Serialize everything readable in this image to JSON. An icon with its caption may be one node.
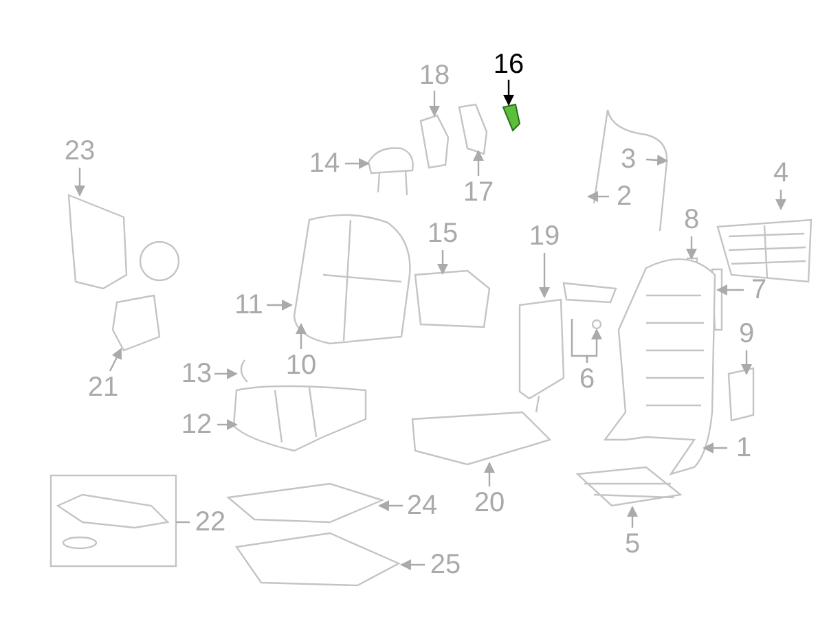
{
  "diagram": {
    "nodes": [
      {
        "text": [
          "16"
        ]
      },
      {
        "text": [
          "18"
        ]
      },
      {
        "text": [
          "23"
        ]
      },
      {
        "text": [
          "3"
        ]
      },
      {
        "text": [
          "14"
        ]
      },
      {
        "text": [
          "4"
        ]
      },
      {
        "text": [
          "17"
        ]
      },
      {
        "text": [
          "2"
        ]
      },
      {
        "text": [
          "8"
        ]
      },
      {
        "text": [
          "15"
        ]
      },
      {
        "text": [
          "19"
        ]
      },
      {
        "text": [
          "7"
        ]
      },
      {
        "text": [
          "11"
        ]
      },
      {
        "text": [
          "9"
        ]
      },
      {
        "text": [
          "10"
        ]
      },
      {
        "text": [
          "13"
        ]
      },
      {
        "text": [
          "6"
        ]
      },
      {
        "text": [
          "21"
        ]
      },
      {
        "text": [
          "12"
        ]
      },
      {
        "text": [
          "1"
        ]
      },
      {
        "text": [
          "20"
        ]
      },
      {
        "text": [
          "24"
        ]
      },
      {
        "text": [
          "22"
        ]
      },
      {
        "text": [
          "5"
        ]
      },
      {
        "text": [
          "25"
        ]
      }
    ],
    "edges": [
      {
        "from": 0,
        "to": null,
        "arrow": "to",
        "color": "#000000"
      },
      {
        "from": 1,
        "to": null,
        "arrow": "to"
      },
      {
        "from": 2,
        "to": null,
        "arrow": "to"
      },
      {
        "from": 3,
        "to": null,
        "arrow": "to"
      },
      {
        "from": 4,
        "to": null,
        "arrow": "to"
      },
      {
        "from": 5,
        "to": null,
        "arrow": "to"
      },
      {
        "from": 6,
        "to": null,
        "arrow": "to"
      },
      {
        "from": 7,
        "to": null,
        "arrow": "to"
      },
      {
        "from": 8,
        "to": null,
        "arrow": "to"
      },
      {
        "from": 9,
        "to": null,
        "arrow": "to"
      },
      {
        "from": 10,
        "to": null,
        "arrow": "to"
      },
      {
        "from": 11,
        "to": null,
        "arrow": "to"
      },
      {
        "from": 12,
        "to": null,
        "arrow": "to"
      },
      {
        "from": 13,
        "to": null,
        "arrow": "to"
      },
      {
        "from": 14,
        "to": null,
        "arrow": "to"
      },
      {
        "from": 15,
        "to": null,
        "arrow": "to"
      },
      {
        "from": 16,
        "to": null,
        "arrow": "none"
      },
      {
        "from": 16,
        "to": null,
        "arrow": "to"
      },
      {
        "from": 17,
        "to": null,
        "arrow": "to"
      },
      {
        "from": 18,
        "to": null,
        "arrow": "to"
      },
      {
        "from": 19,
        "to": null,
        "arrow": "to"
      },
      {
        "from": 20,
        "to": null,
        "arrow": "to"
      },
      {
        "from": 21,
        "to": null,
        "arrow": "to"
      },
      {
        "from": 22,
        "to": null,
        "arrow": "none"
      },
      {
        "from": 23,
        "to": null,
        "arrow": "to"
      },
      {
        "from": 24,
        "to": null,
        "arrow": "to"
      }
    ]
  }
}
